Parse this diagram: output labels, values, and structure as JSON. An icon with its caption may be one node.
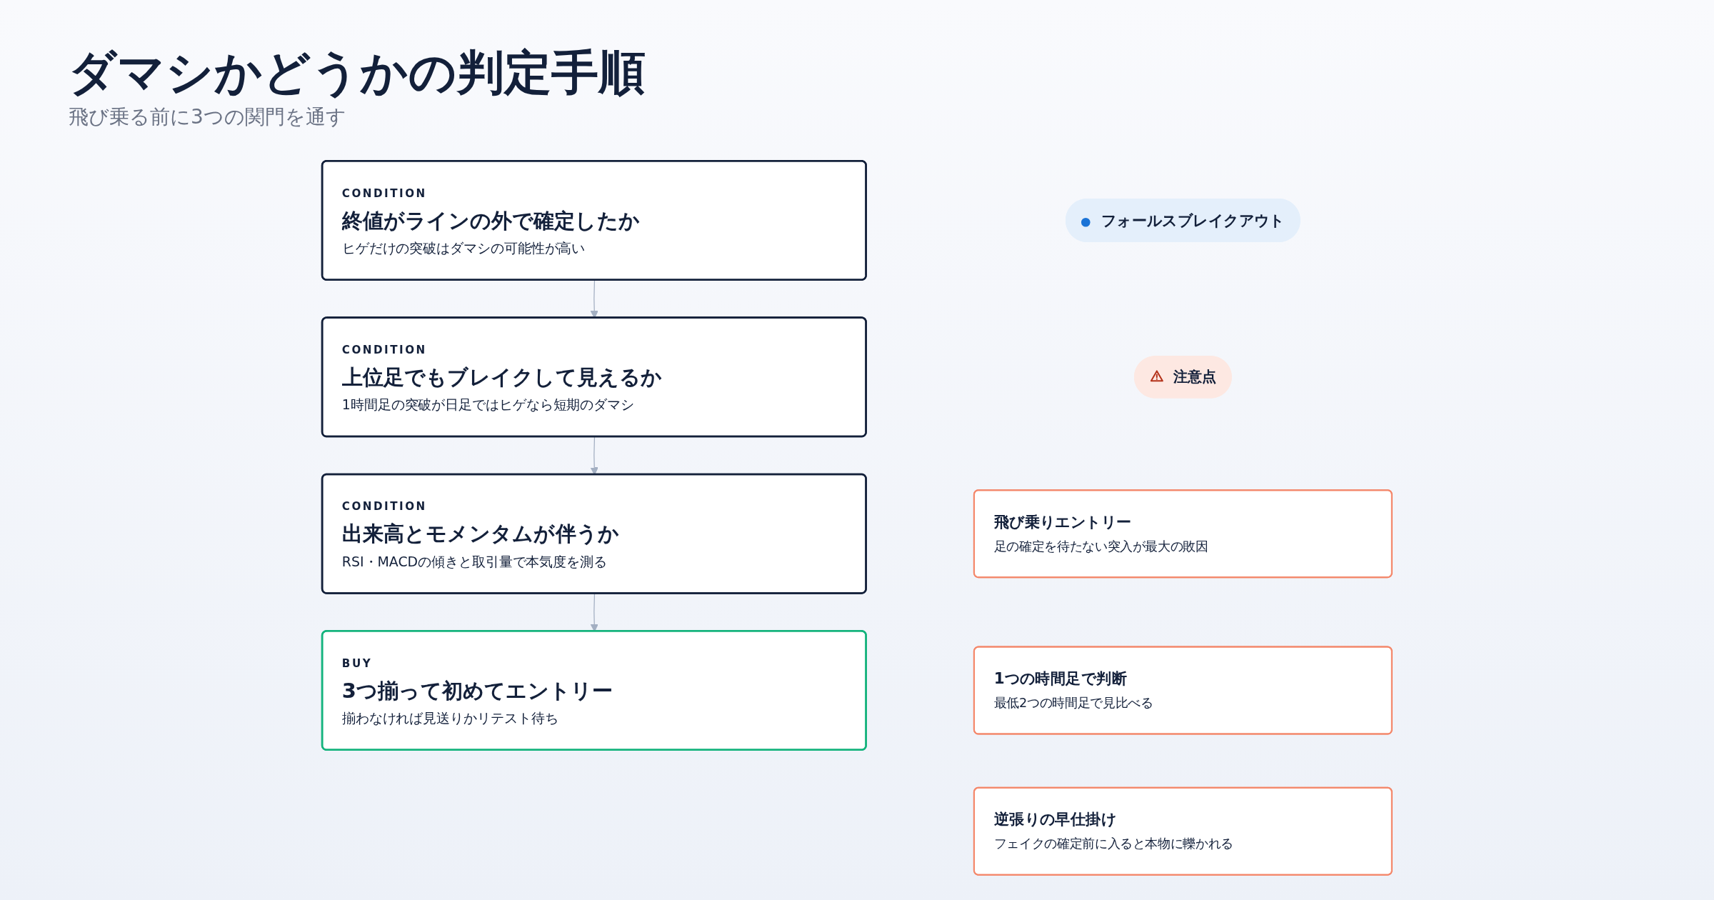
{
  "diagram": {
    "title": "ダマシかどうかの判定手順",
    "nodes": [
      {
        "text": [
          "フォールスブレイクアウト"
        ]
      },
      {
        "text": [
          "CONDITION",
          "終値がラインの外で確定したか",
          "ヒゲだけの突破はダマシの可能性が高い"
        ]
      },
      {
        "text": [
          "CONDITION",
          "上位足でもブレイクして見えるか",
          "1時間足の突破が日足ではヒゲなら短期のダマシ"
        ]
      },
      {
        "text": [
          "CONDITION",
          "出来高とモメンタムが伴うか",
          "RSI・MACDの傾きと取引量で本気度を測る"
        ]
      },
      {
        "text": [
          "BUY",
          "3つ揃って初めてエントリー",
          "揃わなければ見送りかリテスト待ち"
        ]
      },
      {
        "text": [
          "注意点"
        ]
      },
      {
        "text": [
          "飛び乗りエントリー",
          "足の確定を待たない突入が最大の敗因"
        ]
      },
      {
        "text": [
          "1つの時間足で判断",
          "最低2つの時間足で見比べる"
        ]
      },
      {
        "text": [
          "逆張りの早仕掛け",
          "フェイクの確定前に入ると本物に轢かれる"
        ]
      }
    ],
    "edges": [
      {
        "from": 1,
        "to": 2,
        "arrow": "to"
      },
      {
        "from": 2,
        "to": 3,
        "arrow": "to"
      },
      {
        "from": 3,
        "to": 4,
        "arrow": "to"
      }
    ],
    "labels": [
      "飛び乗る前に3つの関門を通す"
    ]
  }
}
